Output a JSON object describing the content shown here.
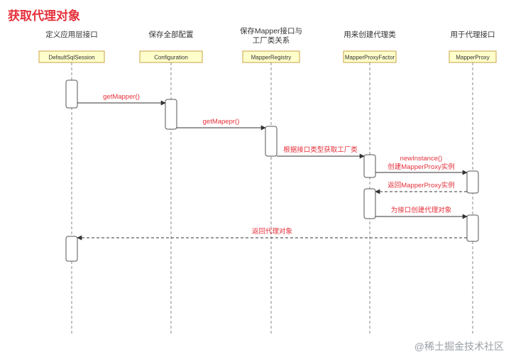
{
  "title": "获取代理对象",
  "participants": [
    {
      "name": "DefaultSqlSession",
      "role": "定义应用层接口"
    },
    {
      "name": "Configuration",
      "role": "保存全部配置"
    },
    {
      "name": "MapperRegistry",
      "role": "保存Mapper接口与\n工厂类关系"
    },
    {
      "name": "MapperProxyFactor",
      "role": "用来创建代理类"
    },
    {
      "name": "MapperProxy",
      "role": "用于代理接口"
    }
  ],
  "messages": [
    {
      "label": "getMapper()",
      "from": 0,
      "to": 1,
      "style": "solid"
    },
    {
      "label": "getMapepr()",
      "from": 1,
      "to": 2,
      "style": "solid"
    },
    {
      "label": "根据接口类型获取工厂类",
      "from": 2,
      "to": 3,
      "style": "solid"
    },
    {
      "label": "newInstance()",
      "label2": "创建MapperProxy实例",
      "from": 3,
      "to": 4,
      "style": "solid"
    },
    {
      "label": "返回MapperProxy实例",
      "from": 4,
      "to": 3,
      "style": "dashed"
    },
    {
      "label": "为接口创建代理对象",
      "from": 3,
      "to": 4,
      "style": "solid"
    },
    {
      "label": "返回代理对象",
      "from": 4,
      "to": 0,
      "style": "dashed"
    }
  ],
  "watermark": "@稀土掘金技术社区",
  "colors": {
    "title": "#e5303a",
    "message_label": "#e5303a",
    "participant_fill": "#ffffcc",
    "participant_border": "#c8a040",
    "lifeline": "#888888",
    "arrow": "#333333"
  }
}
